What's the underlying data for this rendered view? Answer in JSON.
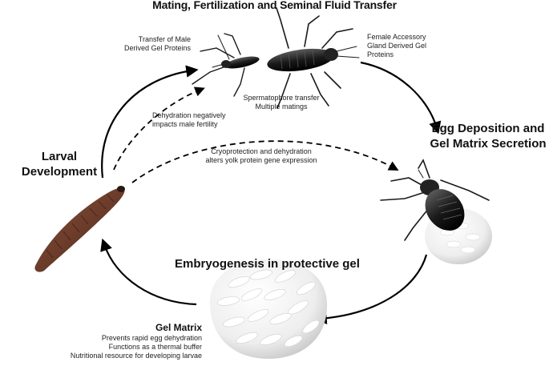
{
  "title": "Mating, Fertilization and Seminal Fluid Transfer",
  "stages": {
    "egg_deposition": [
      "Egg Deposition and",
      "Gel Matrix Secretion"
    ],
    "embryogenesis": "Embryogenesis in protective gel",
    "larval": [
      "Larval",
      "Development"
    ]
  },
  "notes": {
    "male_gel": [
      "Transfer of Male",
      "Derived Gel Proteins"
    ],
    "female_gel": [
      "Female Accessory",
      "Gland Derived Gel",
      "Proteins"
    ],
    "spermatophore": [
      "Spermatophore transfer",
      "Multiple matings"
    ],
    "dehydration_fertility": [
      "Dehydration negatively",
      "impacts male fertility"
    ],
    "cryoprotection": [
      "Cryoprotection and dehydration",
      "alters yolk protein gene expression"
    ]
  },
  "gel_matrix": {
    "heading": "Gel Matrix",
    "items": [
      "Prevents rapid egg dehydration",
      "Functions as a thermal buffer",
      "Nutritional resource for developing larvae"
    ]
  },
  "colors": {
    "insect_body": "#1c1c1c",
    "larva": "#6b3a2a",
    "gel": "#f2f2f2",
    "arrow": "#000000"
  }
}
